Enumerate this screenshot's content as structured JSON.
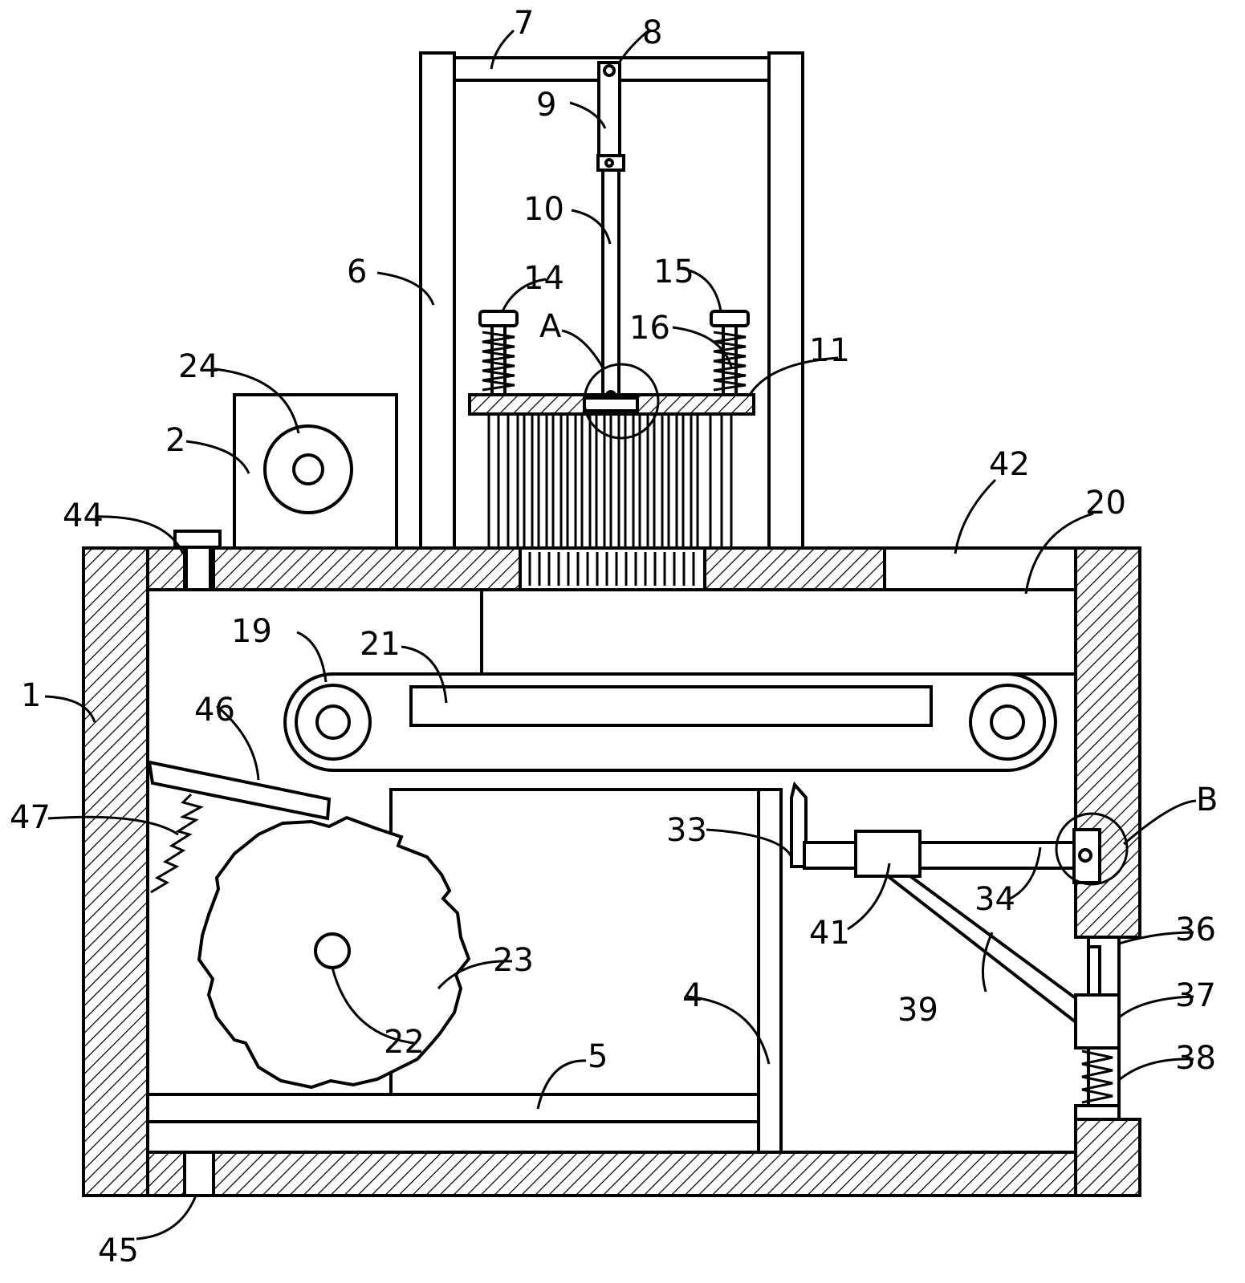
{
  "labels": {
    "l1": "1",
    "l2": "2",
    "l4": "4",
    "l5": "5",
    "l6": "6",
    "l7": "7",
    "l8": "8",
    "l9": "9",
    "l10": "10",
    "l11": "11",
    "l14": "14",
    "l15": "15",
    "l16": "16",
    "l19": "19",
    "l20": "20",
    "l21": "21",
    "l22": "22",
    "l23": "23",
    "l24": "24",
    "l33": "33",
    "l34": "34",
    "l36": "36",
    "l37": "37",
    "l38": "38",
    "l39": "39",
    "l41": "41",
    "l42": "42",
    "l44": "44",
    "l45": "45",
    "l46": "46",
    "l47": "47",
    "lA": "A",
    "lB": "B"
  }
}
